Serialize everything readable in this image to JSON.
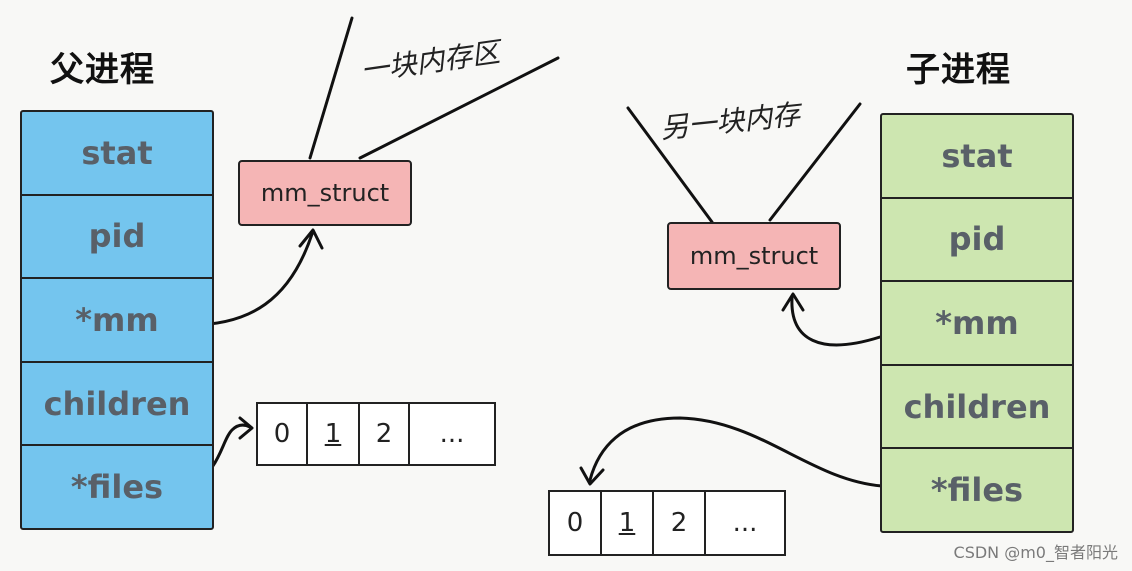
{
  "parent": {
    "title": "父进程",
    "fields": [
      "stat",
      "pid",
      "*mm",
      "children",
      "*files"
    ],
    "mm_struct_label": "mm_struct",
    "note": "一块内存区",
    "fd_cells": [
      "0",
      "1",
      "2",
      "..."
    ]
  },
  "child": {
    "title": "子进程",
    "fields": [
      "stat",
      "pid",
      "*mm",
      "children",
      "*files"
    ],
    "mm_struct_label": "mm_struct",
    "note": "另一块内存",
    "fd_cells": [
      "0",
      "1",
      "2",
      "..."
    ]
  },
  "watermark": "CSDN @m0_智者阳光",
  "colors": {
    "parent_fill": "#74c5ee",
    "child_fill": "#cde6b0",
    "mm_struct_fill": "#f5b5b5",
    "field_text": "#596068"
  }
}
